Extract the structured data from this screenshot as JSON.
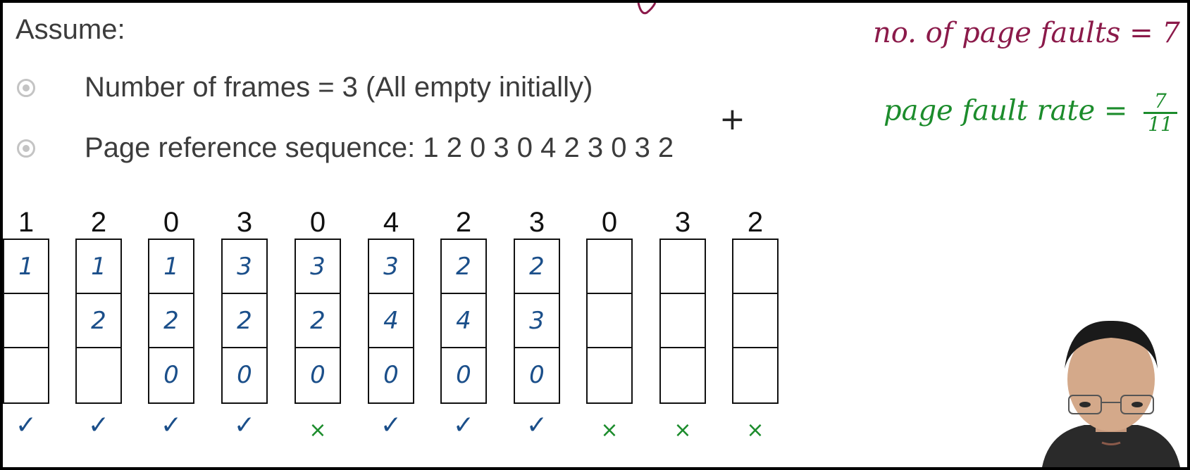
{
  "heading": "Assume:",
  "bullets": [
    "Number of frames = 3 (All empty initially)",
    "Page reference sequence: 1 2 0 3 0 4 2 3 0 3 2"
  ],
  "references": [
    "1",
    "2",
    "0",
    "3",
    "0",
    "4",
    "2",
    "3",
    "0",
    "3",
    "2"
  ],
  "frames": [
    [
      "1",
      "",
      ""
    ],
    [
      "1",
      "2",
      ""
    ],
    [
      "1",
      "2",
      "0"
    ],
    [
      "3",
      "2",
      "0"
    ],
    [
      "3",
      "2",
      "0"
    ],
    [
      "3",
      "4",
      "0"
    ],
    [
      "2",
      "4",
      "0"
    ],
    [
      "2",
      "3",
      "0"
    ],
    [
      "",
      "",
      ""
    ],
    [
      "",
      "",
      ""
    ],
    [
      "",
      "",
      ""
    ]
  ],
  "marks": [
    "✓",
    "✓",
    "✓",
    "✓",
    "×",
    "✓",
    "✓",
    "✓",
    "×",
    "×",
    "×"
  ],
  "mark_types": [
    "hit",
    "hit",
    "hit",
    "hit",
    "fault",
    "hit",
    "hit",
    "hit",
    "fault",
    "fault",
    "fault"
  ],
  "notes": {
    "faults_label": "no. of page faults = 7",
    "rate_label": "page fault rate =",
    "rate_numerator": "7",
    "rate_denominator": "11"
  },
  "colors": {
    "frame_digits": "#1b4f8a",
    "fault_note": "#8b1a4a",
    "rate_note": "#1c8c2c"
  },
  "icons": {
    "bullet": "bullet-icon",
    "plus": "plus-icon"
  }
}
